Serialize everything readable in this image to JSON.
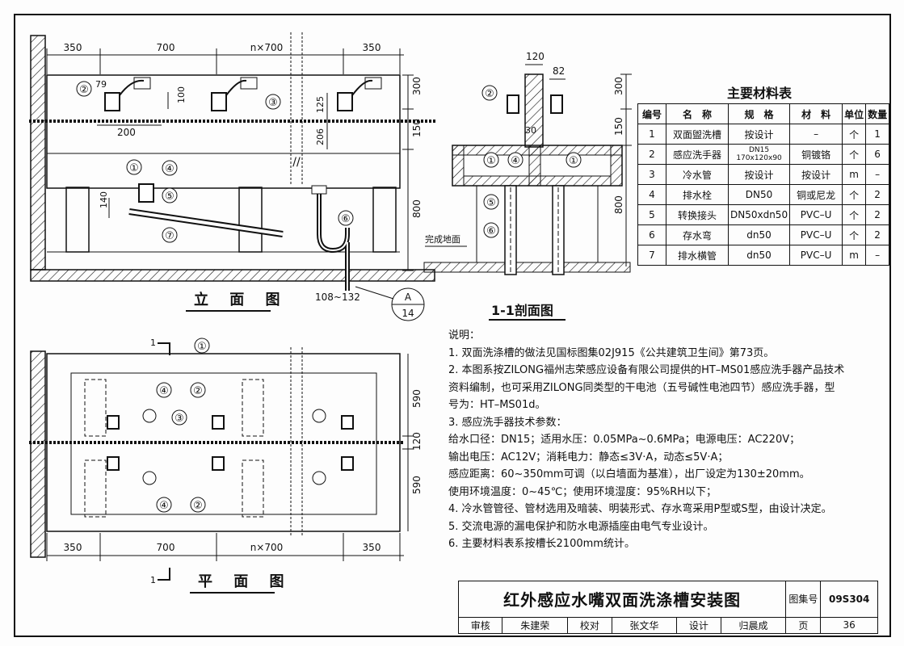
{
  "elevation": {
    "title": "立 面 图",
    "dims_top": [
      "350",
      "700",
      "n×700",
      "350"
    ],
    "dims_right": [
      "300",
      "150",
      "800"
    ],
    "dim_79": "79",
    "dim_100": "100",
    "dim_200": "200",
    "dim_125": "125",
    "dim_206": "206",
    "dim_140": "140",
    "dim_bottom": "108~132",
    "detail_ref_top": "A",
    "detail_ref_bottom": "14",
    "callouts": [
      "①",
      "②",
      "③",
      "④",
      "⑤",
      "⑥",
      "⑦"
    ]
  },
  "section": {
    "title": "1-1剖面图",
    "dim_120": "120",
    "dim_82": "82",
    "dim_30": "30",
    "dims_right": [
      "300",
      "150",
      "800"
    ],
    "floor_label": "完成地面",
    "callouts": [
      "②",
      "①",
      "④",
      "①",
      "⑤",
      "⑥"
    ]
  },
  "plan": {
    "title": "平 面 图",
    "section_mark": "1",
    "dims_bottom": [
      "350",
      "700",
      "n×700",
      "350"
    ],
    "dims_right": [
      "590",
      "120",
      "590"
    ],
    "callouts": [
      "①",
      "④",
      "②",
      "③",
      "④",
      "②"
    ]
  },
  "materials": {
    "title": "主要材料表",
    "headers": [
      "编号",
      "名　称",
      "规　格",
      "材　料",
      "单位",
      "数量"
    ],
    "rows": [
      [
        "1",
        "双面盥洗槽",
        "按设计",
        "–",
        "个",
        "1"
      ],
      [
        "2",
        "感应洗手器",
        "DN15|170x120x90",
        "铜镀铬",
        "个",
        "6"
      ],
      [
        "3",
        "冷水管",
        "按设计",
        "按设计",
        "m",
        "–"
      ],
      [
        "4",
        "排水栓",
        "DN50",
        "铜或尼龙",
        "个",
        "2"
      ],
      [
        "5",
        "转换接头",
        "DN50xdn50",
        "PVC–U",
        "个",
        "2"
      ],
      [
        "6",
        "存水弯",
        "dn50",
        "PVC–U",
        "个",
        "2"
      ],
      [
        "7",
        "排水横管",
        "dn50",
        "PVC–U",
        "m",
        "–"
      ]
    ]
  },
  "notes": {
    "heading": "说明：",
    "lines": [
      "1.  双面洗涤槽的做法见国标图集02J915《公共建筑卫生间》第73页。",
      "2.  本图系按ZILONG福州志荣感应设备有限公司提供的HT–MS01感应洗手器产品技术",
      "     资料编制，也可采用ZILONG同类型的干电池（五号碱性电池四节）感应洗手器，型",
      "     号为：HT–MS01d。",
      "3.  感应洗手器技术参数：",
      "     给水口径：DN15；适用水压：0.05MPa~0.6MPa；电源电压：AC220V；",
      "     输出电压：AC12V；消耗电力：静态≤3V·A，动态≤5V·A；",
      "     感应距离：60~350mm可调（以白墙面为基准），出厂设定为130±20mm。",
      "     使用环境温度：0~45℃；使用环境湿度：95%RH以下；",
      "4.  冷水管管径、管材选用及暗装、明装形式、存水弯采用P型或S型，由设计决定。",
      "5.  交流电源的漏电保护和防水电源插座由电气专业设计。",
      "6.  主要材料表系按槽长2100mm统计。"
    ]
  },
  "title_block": {
    "title": "红外感应水嘴双面洗涤槽安装图",
    "atlas_label": "图集号",
    "atlas_no": "09S304",
    "review_label": "审核",
    "reviewer": "朱建荣",
    "check_label": "校对",
    "checker": "张文华",
    "design_label": "设计",
    "designer": "归晨成",
    "page_label": "页",
    "page_no": "36"
  }
}
